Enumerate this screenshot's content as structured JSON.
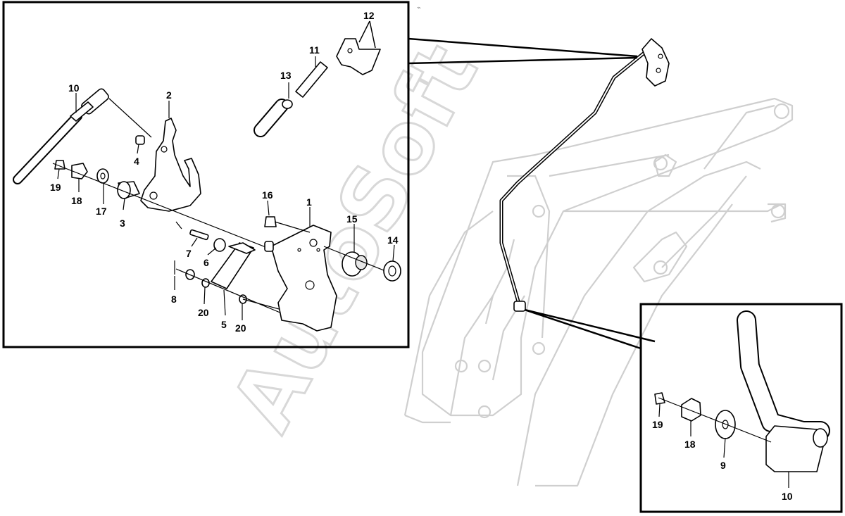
{
  "watermark": "AutoSoft",
  "corner_mark": "⌁",
  "callouts": {
    "main": [
      "1",
      "2",
      "3",
      "4",
      "5",
      "6",
      "7",
      "8",
      "10",
      "11",
      "12",
      "13",
      "14",
      "15",
      "16",
      "17",
      "18",
      "19",
      "20",
      "20"
    ],
    "detail": [
      "19",
      "18",
      "9",
      "10"
    ]
  },
  "labels": {
    "p1": "1",
    "p2": "2",
    "p3": "3",
    "p4": "4",
    "p5": "5",
    "p6": "6",
    "p7": "7",
    "p8": "8",
    "p10": "10",
    "p11": "11",
    "p12": "12",
    "p13": "13",
    "p14": "14",
    "p15": "15",
    "p16": "16",
    "p17": "17",
    "p18": "18",
    "p19": "19",
    "p20a": "20",
    "p20b": "20",
    "d19": "19",
    "d18": "18",
    "d9": "9",
    "d10": "10"
  }
}
